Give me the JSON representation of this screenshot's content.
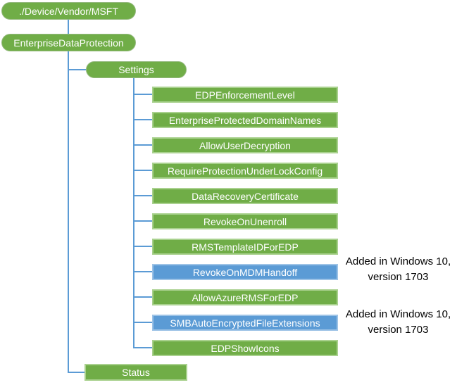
{
  "diagram": {
    "title_context": "EnterpriseDataProtection CSP tree",
    "colors": {
      "node_green_fill": "#70AD47",
      "node_green_border": "#A9D18E",
      "node_blue_fill": "#5B9BD5",
      "node_blue_border": "#9DC3E6",
      "connector": "#5B9BD5",
      "node_text": "#FFFFFF",
      "annotation_text": "#000000"
    },
    "root": {
      "label": "./Device/Vendor/MSFT"
    },
    "provider": {
      "label": "EnterpriseDataProtection"
    },
    "settings": {
      "label": "Settings"
    },
    "status": {
      "label": "Status"
    },
    "settings_children": [
      {
        "label": "EDPEnforcementLevel",
        "style": "green"
      },
      {
        "label": "EnterpriseProtectedDomainNames",
        "style": "green"
      },
      {
        "label": "AllowUserDecryption",
        "style": "green"
      },
      {
        "label": "RequireProtectionUnderLockConfig",
        "style": "green"
      },
      {
        "label": "DataRecoveryCertificate",
        "style": "green"
      },
      {
        "label": "RevokeOnUnenroll",
        "style": "green"
      },
      {
        "label": "RMSTemplateIDForEDP",
        "style": "green"
      },
      {
        "label": "RevokeOnMDMHandoff",
        "style": "blue",
        "annotation": "Added in Windows 10, version 1703"
      },
      {
        "label": "AllowAzureRMSForEDP",
        "style": "green"
      },
      {
        "label": "SMBAutoEncryptedFileExtensions",
        "style": "blue",
        "annotation": "Added in Windows 10, version 1703"
      },
      {
        "label": "EDPShowIcons",
        "style": "green"
      }
    ]
  }
}
